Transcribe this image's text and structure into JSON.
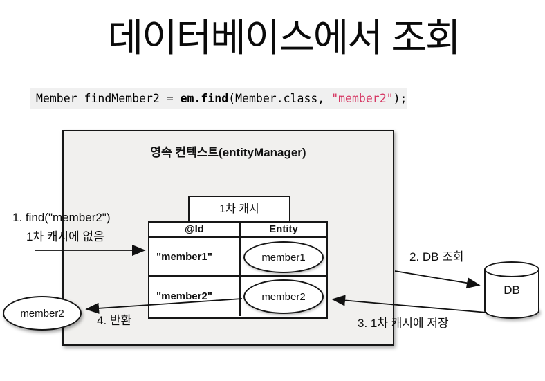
{
  "title": "데이터베이스에서 조회",
  "code": {
    "seg1": "Member findMember2 = ",
    "seg2": "em.find",
    "seg3": "(Member.class, ",
    "seg4": "\"member2\"",
    "seg5": ");"
  },
  "diagram": {
    "context_title": "영속 컨텍스트(entityManager)",
    "cache_label": "1차 캐시",
    "table": {
      "headers": [
        "@Id",
        "Entity"
      ],
      "rows": [
        {
          "id": "\"member1\"",
          "entity": "member1"
        },
        {
          "id": "\"member2\"",
          "entity": "member2"
        }
      ]
    },
    "result_entity": "member2",
    "db_label": "DB",
    "annotations": {
      "step1_line1": "1. find(\"member2\")",
      "step1_line2": "1차 캐시에 없음",
      "step2": "2. DB 조회",
      "step3": "3. 1차 캐시에 저장",
      "step4": "4. 반환"
    }
  },
  "colors": {
    "string_literal": "#d63864",
    "code_background": "#f0f0f0",
    "context_fill": "#f1f0ee",
    "border": "#161616"
  }
}
